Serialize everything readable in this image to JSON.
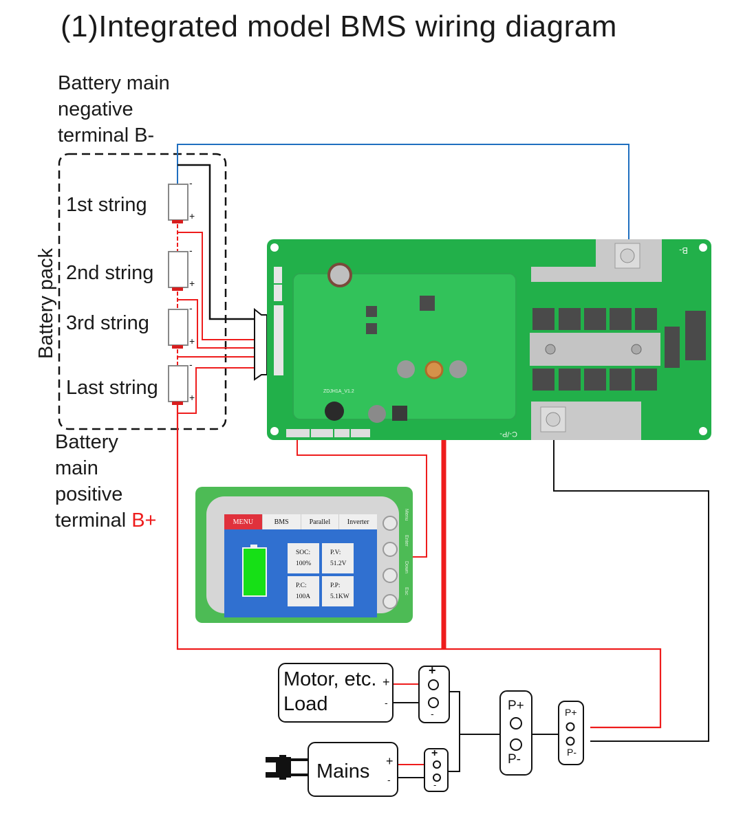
{
  "title": "(1)Integrated model BMS wiring diagram",
  "labels": {
    "negative_terminal": [
      "Battery main",
      "negative",
      "terminal B-"
    ],
    "positive_terminal": [
      "Battery",
      "main",
      "positive",
      "terminal "
    ],
    "positive_terminal_suffix": "B+",
    "battery_pack": "Battery pack"
  },
  "battery_strings": [
    {
      "label": "1st string",
      "neg": "-",
      "pos": "+"
    },
    {
      "label": "2nd string",
      "neg": "-",
      "pos": "+"
    },
    {
      "label": "3rd string",
      "neg": "-",
      "pos": "+"
    },
    {
      "label": "Last string",
      "neg": "-",
      "pos": "+"
    }
  ],
  "pcb": {
    "model_text": "ZDJH1A_V1.2",
    "b_minus_label": "B-",
    "c_p_minus_label": "C-/P-"
  },
  "display": {
    "tabs": [
      "MENU",
      "BMS",
      "Parallel",
      "Inverter"
    ],
    "active_tab": "MENU",
    "cells": [
      {
        "label": "SOC:",
        "value": "100%"
      },
      {
        "label": "P.V:",
        "value": "51.2V"
      },
      {
        "label": "P.C:",
        "value": "100A"
      },
      {
        "label": "P.P:",
        "value": "5.1KW"
      }
    ],
    "battery_level": 1.0,
    "buttons": [
      "Menu",
      "Enter",
      "Down",
      "Esc"
    ]
  },
  "load": {
    "lines": [
      "Motor, etc.",
      "Load"
    ],
    "plus": "+",
    "minus": "-"
  },
  "mains": {
    "label": "Mains",
    "plus": "+",
    "minus": "-"
  },
  "connectors": {
    "mid": {
      "plus": "P+",
      "minus": "P-"
    },
    "right": {
      "plus": "P+",
      "minus": "P-"
    }
  },
  "colors": {
    "wire_red": "#ee1c1c",
    "wire_black": "#111111",
    "wire_blue": "#1f6fc0",
    "pcb_green": "#22b04a",
    "screen_blue": "#3070d0",
    "menu_red": "#e0313c"
  }
}
